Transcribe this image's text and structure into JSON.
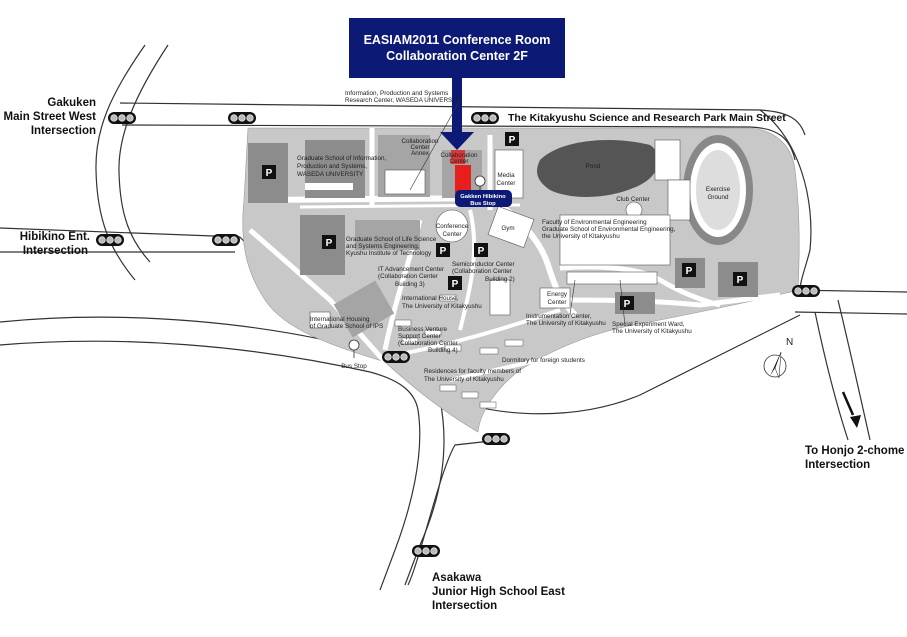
{
  "banner": {
    "line1": "EASIAM2011 Conference Room",
    "line2": "Collaboration Center 2F"
  },
  "intersections": {
    "gakuken": [
      "Gakuken",
      "Main Street West",
      "Intersection"
    ],
    "hibikino": [
      "Hibikino Ent.",
      "Intersection"
    ],
    "honjo": [
      "To Honjo 2-chome",
      "Intersection"
    ],
    "asakawa": [
      "Asakawa",
      "Junior High School East",
      "Intersection"
    ]
  },
  "main_street": "The Kitakyushu Science and Research Park Main Street",
  "bus_stop_main": [
    "Gakken Hibikino",
    "Bus Stop"
  ],
  "bus_stop_small": "Bus Stop",
  "compass": "N",
  "buildings": {
    "waseda_center": [
      "Information, Production and Systems",
      "Research Center, WASEDA UNIVERSITY"
    ],
    "collab_annex": [
      "Collaboration",
      "Center",
      "Annex"
    ],
    "collab_center": [
      "Collaboration",
      "Center"
    ],
    "media_center": [
      "Media",
      "Center"
    ],
    "pond": "Pond",
    "club_center": "Club Center",
    "exercise_ground": [
      "Exercise",
      "Ground"
    ],
    "waseda_grad": [
      "Graduate School of Information,",
      "Production and Systems,",
      "WASEDA UNIVERSITY"
    ],
    "conference_center": [
      "Conference",
      "Center"
    ],
    "gym": "Gym",
    "env_eng": [
      "Faculty of Environmental Engineering",
      "Graduate School of Environmental Engineering,",
      "the University of Kitakyushu"
    ],
    "life_science": [
      "Graduate School of Life Science",
      "and Systems Engineering,",
      "Kyushu Institute of Technology"
    ],
    "it_center": [
      "IT Advancement Center",
      "(Collaboration Center",
      "Building 3)"
    ],
    "semiconductor": [
      "Semiconductor Center",
      "(Collaboration Center",
      "Building 2)"
    ],
    "energy_center": [
      "Energy",
      "Center"
    ],
    "intl_house": [
      "International House,",
      "The University of Kitakyushu"
    ],
    "instrumentation": [
      "Instrumentation Center,",
      "The University of Kitakyushu"
    ],
    "special_ward": [
      "Special Experiment Ward,",
      "The University of Kitakyushu"
    ],
    "intl_housing": [
      "International Housing",
      "of Graduate School of IPS"
    ],
    "business_venture": [
      "Business Venture",
      "Support Center",
      "(Collaboration Center",
      "Building 4)"
    ],
    "dormitory": "Dormitory for foreign students",
    "residences": [
      "Residences for faculty members of",
      "The University of Kitakyushu"
    ]
  },
  "parking_label": "P"
}
